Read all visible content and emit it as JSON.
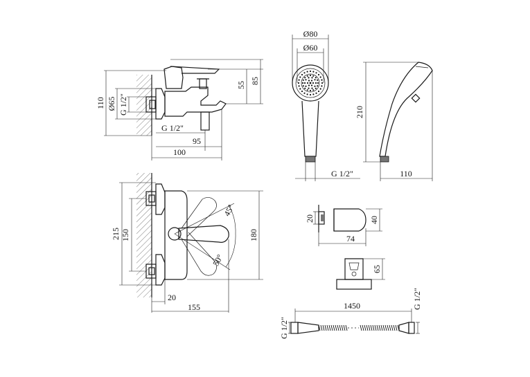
{
  "labels": {
    "side_height_110": "110",
    "side_dia_65": "Ø65",
    "side_g_left": "G 1/2\"",
    "side_g_bottom": "G 1/2\"",
    "side_55": "55",
    "side_85": "85",
    "side_95": "95",
    "side_100": "100",
    "top_215": "215",
    "top_150": "150",
    "top_180": "180",
    "top_45deg": "45°",
    "top_50deg": "50°",
    "top_20": "20",
    "top_155": "155",
    "head_d80": "Ø80",
    "head_d60": "Ø60",
    "head_g": "G 1/2\"",
    "head_210": "210",
    "head_110": "110",
    "holder_20": "20",
    "holder_40": "40",
    "holder_74": "74",
    "holder_65": "65",
    "hose_1450": "1450",
    "hose_g_left": "G 1/2\"",
    "hose_g_right": "G 1/2\""
  }
}
